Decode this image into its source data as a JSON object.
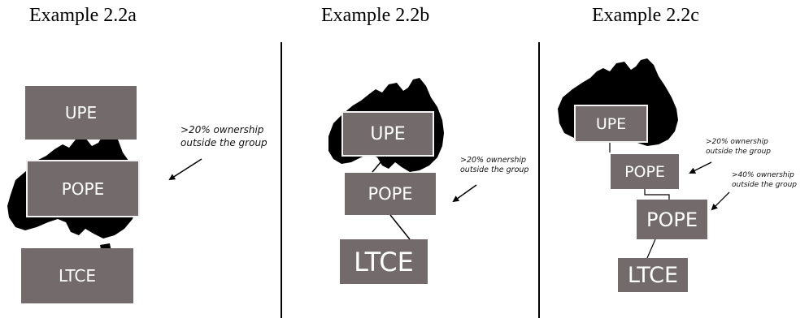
{
  "examples": [
    {
      "title": "Example 2.2a",
      "boxes": {
        "upe": "UPE",
        "pope": "POPE",
        "ltce": "LTCE"
      },
      "note": [
        ">20% ownership",
        "outside the group"
      ]
    },
    {
      "title": "Example 2.2b",
      "boxes": {
        "upe": "UPE",
        "pope": "POPE",
        "ltce": "LTCE"
      },
      "note": [
        ">20% ownership",
        "outside the group"
      ]
    },
    {
      "title": "Example 2.2c",
      "boxes": {
        "upe": "UPE",
        "pope1": "POPE",
        "pope2": "POPE",
        "ltce": "LTCE"
      },
      "note1": [
        ">20% ownership",
        "outside the group"
      ],
      "note2": [
        ">40% ownership",
        "outside the group"
      ]
    }
  ],
  "colors": {
    "box_fill": "#736b6b",
    "box_text": "#ffffff",
    "map_fill": "#000000"
  },
  "icons": {
    "map": "australia-map-silhouette",
    "arrow": "arrow-pointer"
  }
}
